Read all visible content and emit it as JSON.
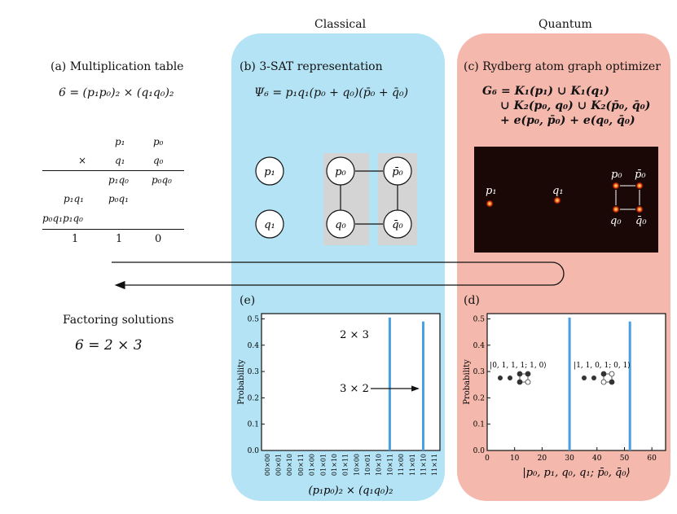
{
  "headers": {
    "classical": "Classical",
    "quantum": "Quantum"
  },
  "panel_a": {
    "label": "(a) Multiplication table",
    "equation": "6 = (p₁p₀)₂ × (q₁q₀)₂",
    "rows": {
      "r1": [
        "p₁",
        "p₀"
      ],
      "r2": [
        "×",
        "q₁",
        "q₀"
      ],
      "r3": [
        "p₁q₀",
        "p₀q₀"
      ],
      "r4": [
        "p₁q₁",
        "p₀q₁"
      ],
      "r5": [
        "p₀q₁p₁q₀"
      ],
      "r6": [
        "1",
        "1",
        "0"
      ]
    }
  },
  "panel_b": {
    "label": "(b) 3-SAT representation",
    "equation": "Ψ₆ = p₁q₁(p₀ + q₀)(p̄₀ + q̄₀)",
    "nodes": {
      "p1": "p₁",
      "q1": "q₁",
      "p0": "p₀",
      "q0": "q₀",
      "p0bar": "p̄₀",
      "q0bar": "q̄₀"
    }
  },
  "panel_c": {
    "label": "(c) Rydberg atom graph optimizer",
    "eq_line1": "G₆ = K₁(p₁) ∪ K₁(q₁)",
    "eq_line2": "∪ K₂(p₀, q₀) ∪ K₂(p̄₀, q̄₀)",
    "eq_line3": "+ e(p₀, p̄₀) + e(q₀, q̄₀)",
    "atoms": {
      "p1": "p₁",
      "q1": "q₁",
      "p0": "p₀",
      "p0bar": "p̄₀",
      "q0": "q₀",
      "q0bar": "q̄₀"
    }
  },
  "factoring": {
    "title": "Factoring solutions",
    "equation": "6 = 2 × 3"
  },
  "colors": {
    "classical_bg": "#b3e3f4",
    "quantum_bg": "#f5b8ad",
    "bar": "#4a9fe0",
    "image_bg": "#1a0806"
  },
  "chart_data": [
    {
      "type": "bar",
      "panel_label": "(e)",
      "title": "",
      "xlabel": "(p₁p₀)₂ × (q₁q₀)₂",
      "ylabel": "Probability",
      "categories": [
        "00×00",
        "00×01",
        "00×10",
        "00×11",
        "01×00",
        "01×01",
        "01×10",
        "01×11",
        "10×00",
        "10×01",
        "10×10",
        "10×11",
        "11×00",
        "11×01",
        "11×10",
        "11×11"
      ],
      "values": [
        0,
        0,
        0,
        0,
        0,
        0,
        0,
        0,
        0,
        0,
        0,
        0.505,
        0,
        0,
        0.49,
        0
      ],
      "ylim": [
        0,
        0.52
      ],
      "yticks": [
        "0.0",
        "0.1",
        "0.2",
        "0.3",
        "0.4",
        "0.5"
      ],
      "annotations": [
        "2 × 3",
        "3 × 2"
      ]
    },
    {
      "type": "bar",
      "panel_label": "(d)",
      "title": "",
      "xlabel": "|p₀, p₁, q₀, q₁; p̄₀, q̄₀⟩",
      "ylabel": "Probability",
      "x": [
        30,
        52
      ],
      "values": [
        0.505,
        0.49
      ],
      "xlim": [
        0,
        65
      ],
      "ylim": [
        0,
        0.52
      ],
      "xticks": [
        "0",
        "10",
        "20",
        "30",
        "40",
        "50",
        "60"
      ],
      "yticks": [
        "0.0",
        "0.1",
        "0.2",
        "0.3",
        "0.4",
        "0.5"
      ],
      "annotations": [
        "|0, 1, 1, 1; 1, 0⟩",
        "|1, 1, 0, 1; 0, 1⟩"
      ]
    }
  ]
}
